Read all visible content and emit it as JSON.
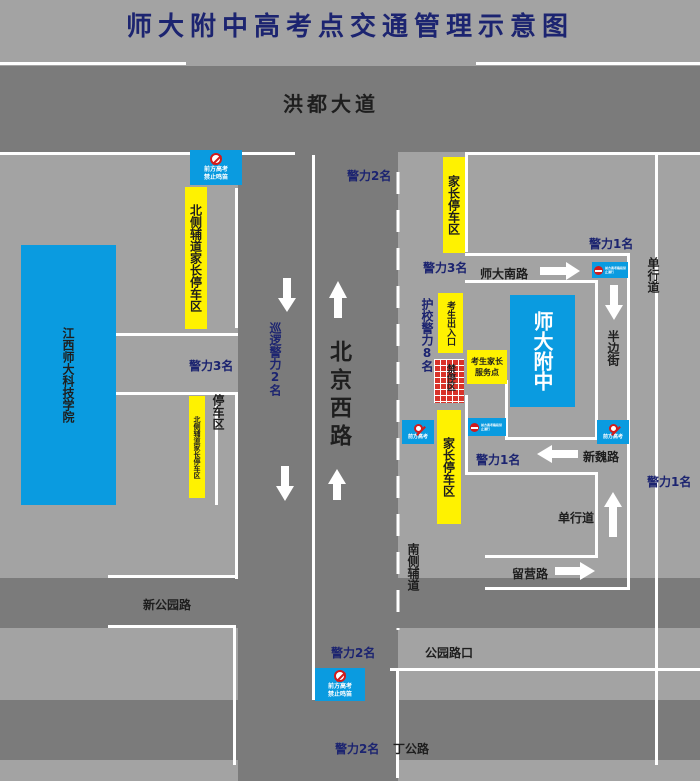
{
  "title": "师大附中高考点交通管理示意图",
  "colors": {
    "background": "#a3a3a3",
    "road": "#7b7b7b",
    "lane_line": "#ffffff",
    "title_text": "#1c2470",
    "parking_zone": "#fff200",
    "building": "#0a9be0",
    "no_parking_grid": "#d8332a"
  },
  "roads": {
    "hongdu": "洪都大道",
    "beijing_xi": "北京西路",
    "shida_nan": "师大南路",
    "banbian": "半边街",
    "xinwei": "新魏路",
    "liuying": "留营路",
    "xingongyuan": "新公园路",
    "gongyuan_kou": "公园路口",
    "ding": "丁公路",
    "nance_fudao": "南侧辅道",
    "one_way_top": "单行道",
    "one_way_mid": "单行道"
  },
  "police": {
    "p1": "警力2名",
    "p2": "警力3名",
    "p3": "警力1名",
    "p4": "警力3名",
    "p5": "警力1名",
    "p6": "警力1名",
    "p7": "警力2名",
    "p8": "警力2名",
    "patrol": "巡逻警力2名",
    "escort": "护校警力8名"
  },
  "zones": {
    "north_parking": "北侧辅道家长停车区",
    "north_parking_small": "北侧辅道家长停车区",
    "parking_label": "停车区",
    "parent_parking_top": "家长停车区",
    "parent_parking_bottom": "家长停车区",
    "exam_entrance": "考生出入口",
    "parent_service": "考生家长服务点",
    "no_parking": "禁停区"
  },
  "buildings": {
    "jiangxi_normal": "江西师大科技学院",
    "shida_fuzhong": "师大附中"
  },
  "signs": {
    "no_horn_line1": "前方高考",
    "no_horn_line2": "禁止鸣笛",
    "no_entry_line1": "前方高考路段禁止通行",
    "no_entry_line2": "请绕行"
  },
  "icons": [
    "no-horn-icon",
    "no-entry-icon",
    "arrow-icon"
  ]
}
